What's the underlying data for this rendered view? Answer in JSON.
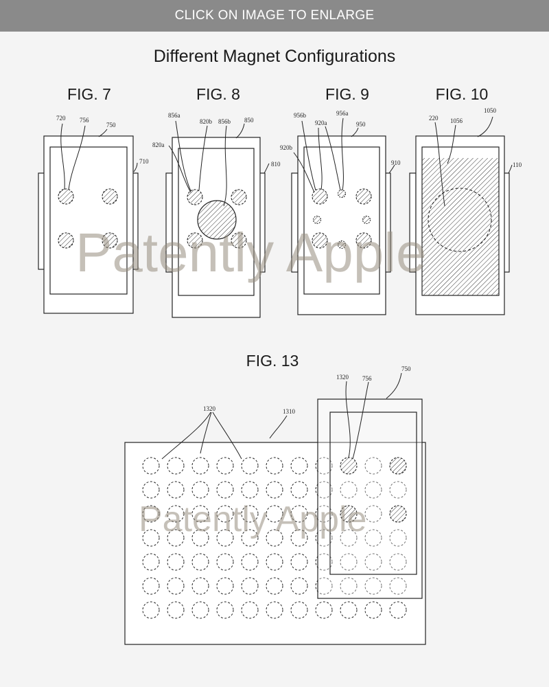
{
  "header": {
    "enlarge_label": "CLICK ON IMAGE TO ENLARGE"
  },
  "title": "Different Magnet Configurations",
  "watermark": "Patently Apple",
  "colors": {
    "header_bg": "#8a8a8a",
    "header_text": "#ffffff",
    "page_bg": "#f4f4f4",
    "line": "#222222"
  },
  "figures": {
    "fig7": {
      "label": "FIG. 7",
      "refs": [
        "720",
        "756",
        "750",
        "710"
      ]
    },
    "fig8": {
      "label": "FIG. 8",
      "refs": [
        "856a",
        "820b",
        "856b",
        "850",
        "820a",
        "810"
      ]
    },
    "fig9": {
      "label": "FIG. 9",
      "refs": [
        "956b",
        "956a",
        "920a",
        "950",
        "920b",
        "910"
      ]
    },
    "fig10": {
      "label": "FIG. 10",
      "refs": [
        "1050",
        "220",
        "1056",
        "110"
      ]
    },
    "fig13": {
      "label": "FIG. 13",
      "refs": [
        "1320",
        "756",
        "750",
        "1320",
        "1310"
      ]
    }
  }
}
